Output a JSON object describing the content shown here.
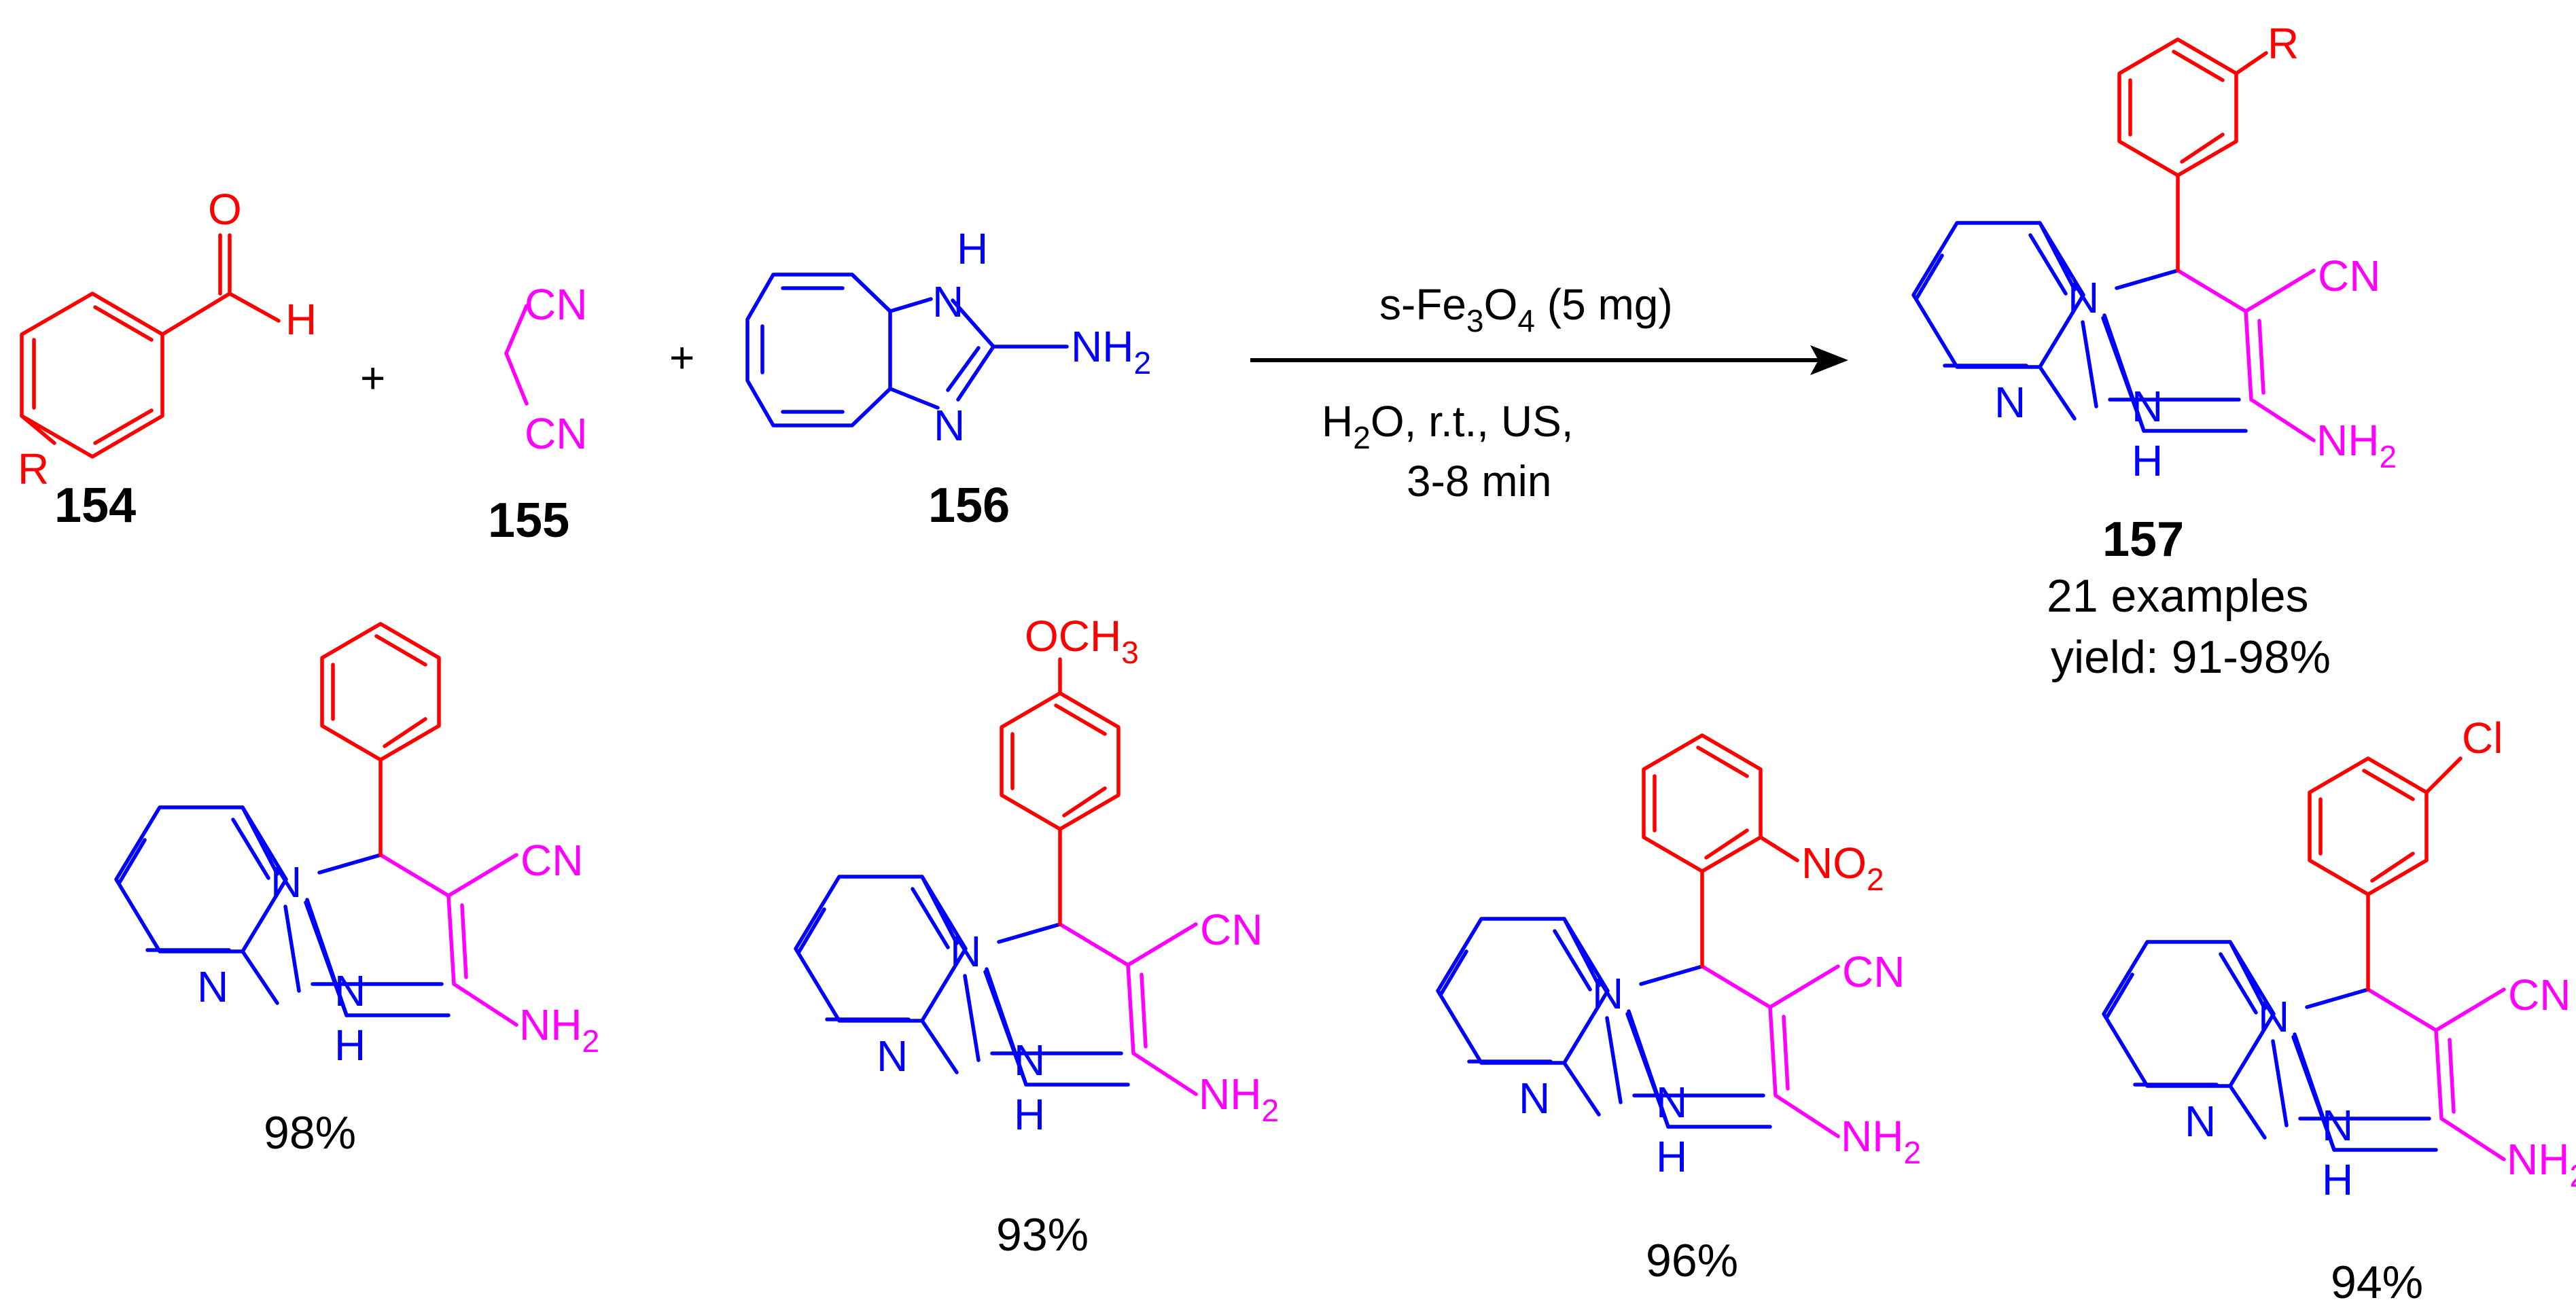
{
  "colors": {
    "aldehyde": "#ff0000",
    "malononitrile": "#ff00ff",
    "aminobenzimidazole": "#0000ff",
    "text": "#000000"
  },
  "reactants": {
    "aldehyde": {
      "number": "154",
      "atom_o": "O",
      "atom_h": "H",
      "substituent": "R"
    },
    "malononitrile": {
      "number": "155",
      "group_top": "CN",
      "group_bottom": "CN"
    },
    "aminobenzimidazole": {
      "number": "156",
      "atom_nh": "H",
      "atom_n_upper": "N",
      "atom_n_lower": "N",
      "amino_main": "NH",
      "amino_sub": "2"
    }
  },
  "plus_sign": "+",
  "conditions": {
    "catalyst_pre": "s-Fe",
    "catalyst_sub1": "3",
    "catalyst_mid": "O",
    "catalyst_sub2": "4",
    "catalyst_post": " (5 mg)",
    "solvent_pre": "H",
    "solvent_sub": "2",
    "solvent_post": "O, r.t., US,",
    "time": "3-8 min"
  },
  "product": {
    "number": "157",
    "examples": "21 examples",
    "yield": "yield: 91-98%",
    "substituent": "R",
    "atom_n": "N",
    "atom_nh": "N",
    "atom_h": "H",
    "atom_n_bridge": "N",
    "cn": "CN",
    "amino_main": "NH",
    "amino_sub": "2"
  },
  "examples": [
    {
      "yield": "98%",
      "substituent": null
    },
    {
      "yield": "93%",
      "substituent": {
        "pre": "OCH",
        "sub": "3"
      }
    },
    {
      "yield": "96%",
      "substituent": {
        "pre": "NO",
        "sub": "2"
      }
    },
    {
      "yield": "94%",
      "substituent": {
        "pre": "Cl",
        "sub": ""
      }
    }
  ]
}
